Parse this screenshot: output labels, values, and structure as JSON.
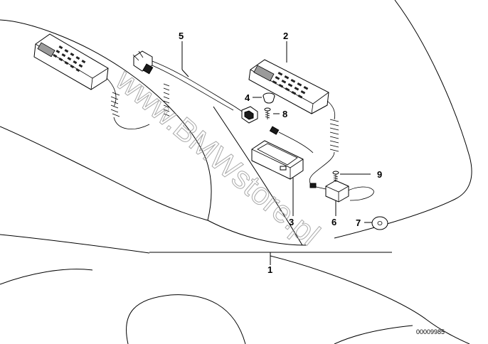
{
  "diagram": {
    "callouts": {
      "c1": "1",
      "c2": "2",
      "c3": "3",
      "c4": "4",
      "c5": "5",
      "c6": "6",
      "c7": "7",
      "c8": "8",
      "c9": "9"
    },
    "reference_number": "00009985",
    "watermark": "www.BMWstore.pl",
    "colors": {
      "line": "#000000",
      "background": "#ffffff",
      "watermark": "#9a9a9a"
    }
  }
}
